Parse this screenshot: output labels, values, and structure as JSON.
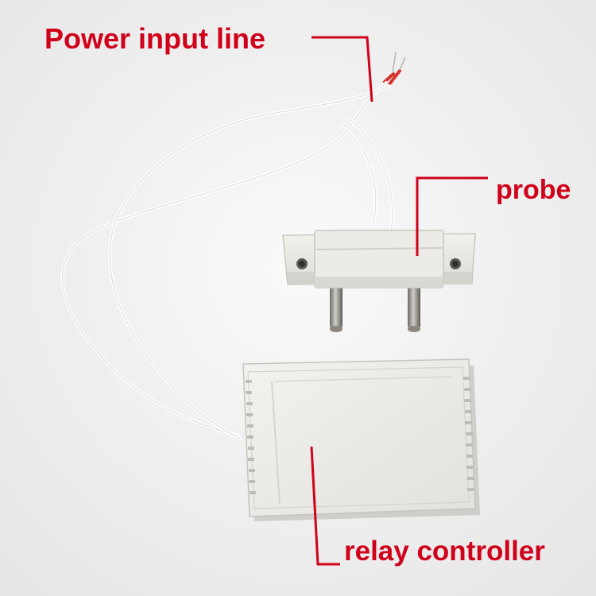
{
  "labels": {
    "power_input_line": "Power input line",
    "probe": "probe",
    "relay_controller": "relay controller"
  },
  "colors": {
    "annotation": "#d0021b",
    "background": "#f0f0f0",
    "wire": "#ffffff",
    "plastic": "#e9e8e3",
    "metal_pin": "#8e8b86"
  },
  "icons": {
    "photo": "product-photo",
    "leader": "leader-line"
  }
}
